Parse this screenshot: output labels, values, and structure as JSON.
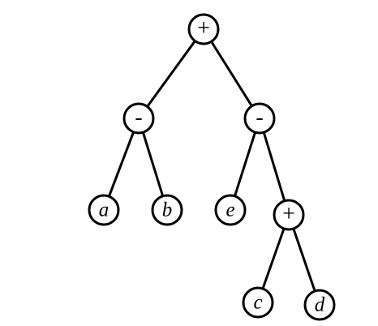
{
  "diagram": {
    "nodes": [
      {
        "id": "root",
        "label": "+",
        "kind": "operator"
      },
      {
        "id": "left-minus",
        "label": "-",
        "kind": "operator"
      },
      {
        "id": "right-minus",
        "label": "-",
        "kind": "operator"
      },
      {
        "id": "leaf-a",
        "label": "a",
        "kind": "variable"
      },
      {
        "id": "leaf-b",
        "label": "b",
        "kind": "variable"
      },
      {
        "id": "leaf-e",
        "label": "e",
        "kind": "variable"
      },
      {
        "id": "inner-plus",
        "label": "+",
        "kind": "operator"
      },
      {
        "id": "leaf-c",
        "label": "c",
        "kind": "variable"
      },
      {
        "id": "leaf-d",
        "label": "d",
        "kind": "variable"
      }
    ],
    "edges": [
      {
        "from": "root",
        "to": "left-minus"
      },
      {
        "from": "root",
        "to": "right-minus"
      },
      {
        "from": "left-minus",
        "to": "leaf-a"
      },
      {
        "from": "left-minus",
        "to": "leaf-b"
      },
      {
        "from": "right-minus",
        "to": "leaf-e"
      },
      {
        "from": "right-minus",
        "to": "inner-plus"
      },
      {
        "from": "inner-plus",
        "to": "leaf-c"
      },
      {
        "from": "inner-plus",
        "to": "leaf-d"
      }
    ]
  }
}
